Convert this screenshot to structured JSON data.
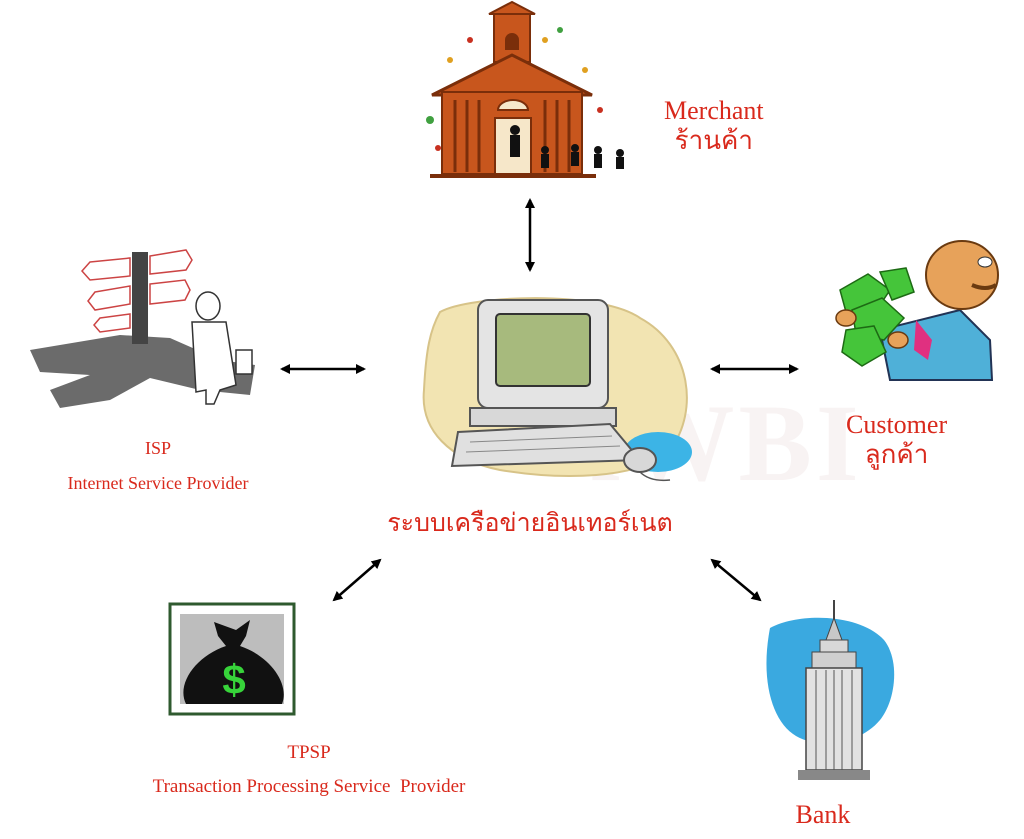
{
  "labels": {
    "merchant_en": "Merchant",
    "merchant_th": "ร้านค้า",
    "customer_en": "Customer",
    "customer_th": "ลูกค้า",
    "isp_short": "ISP",
    "isp_long": "Internet Service Provider",
    "tpsp_short": "TPSP",
    "tpsp_long": "Transaction Processing Service  Provider",
    "bank": "Bank",
    "center": "ระบบเครือข่ายอินเทอร์เนต"
  },
  "colors": {
    "label_text": "#d9291c",
    "arrow": "#000000"
  },
  "icons": {
    "merchant": "school-house-icon",
    "isp": "signpost-person-icon",
    "customer": "man-with-money-icon",
    "center": "computer-icon",
    "tpsp": "money-bag-icon",
    "bank": "skyscraper-icon"
  }
}
